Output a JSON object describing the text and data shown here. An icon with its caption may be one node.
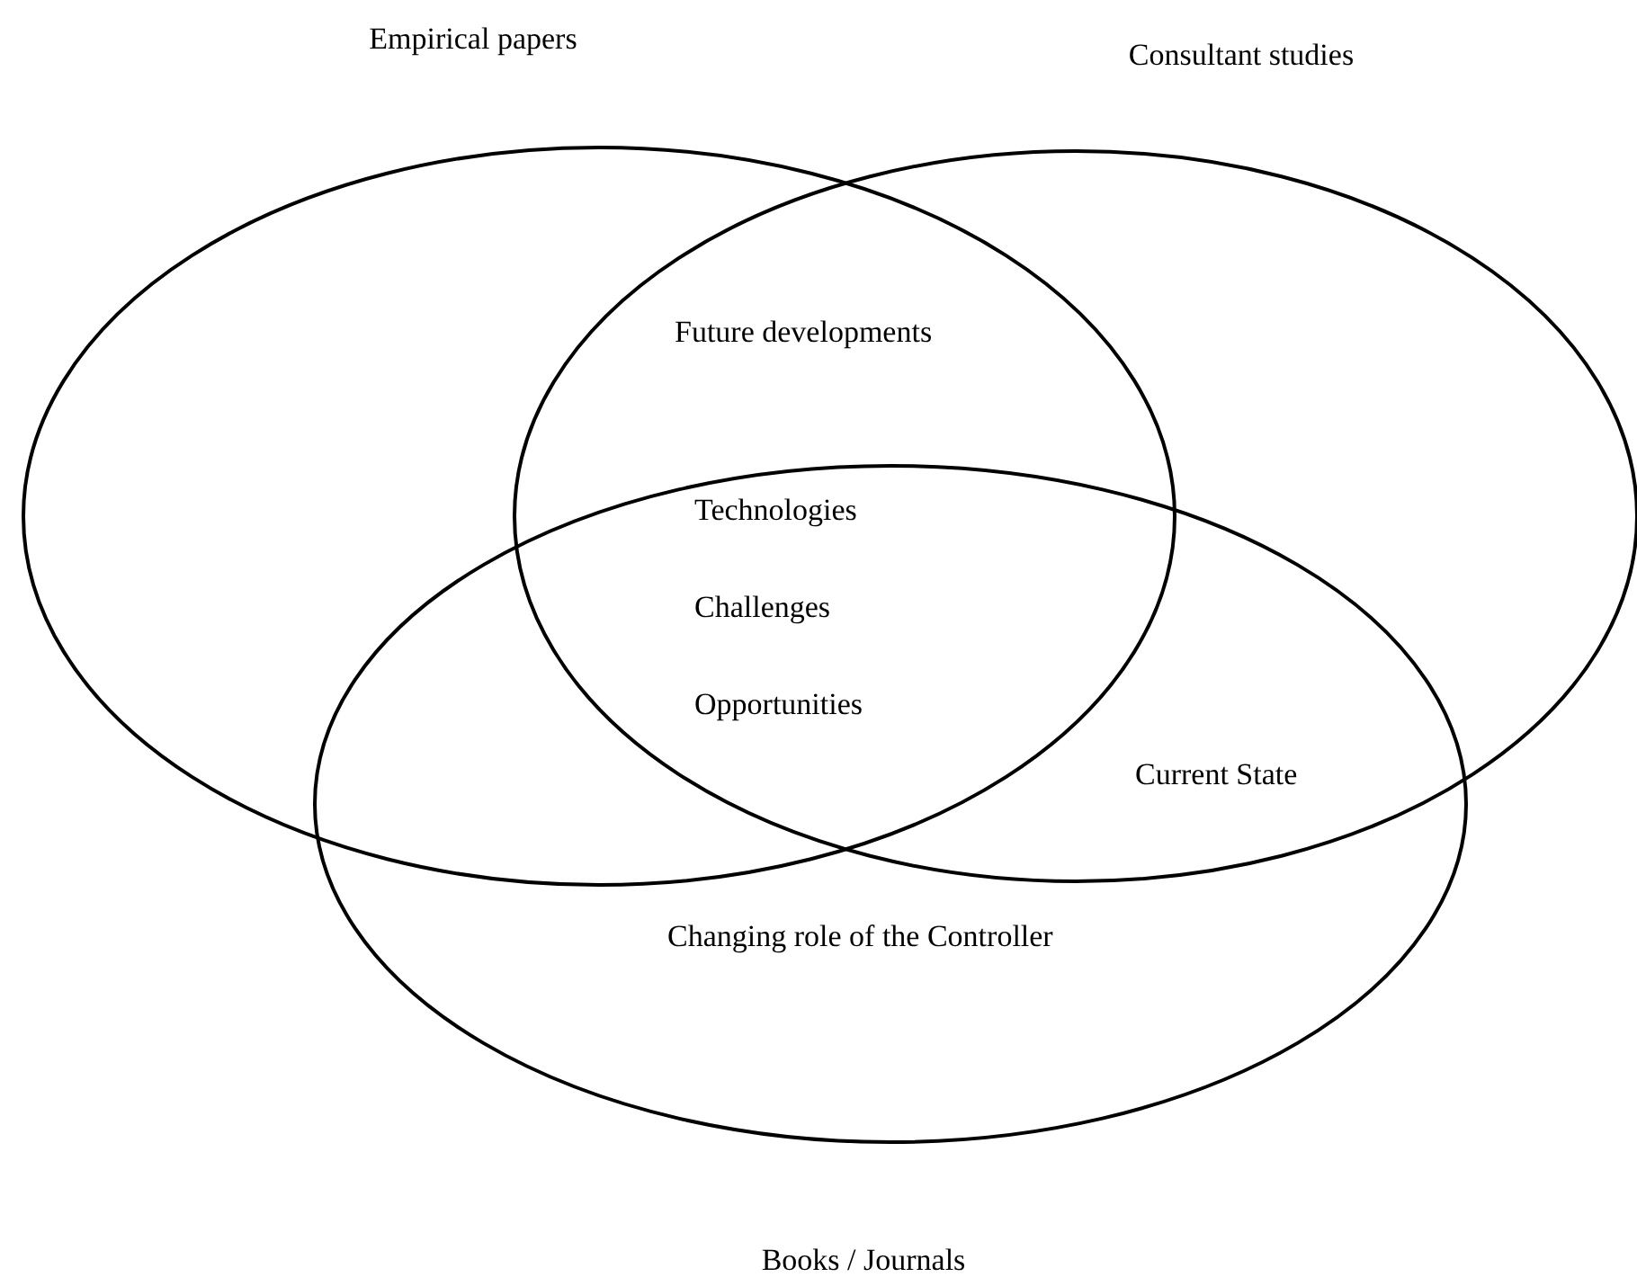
{
  "diagram": {
    "nodes": [
      {
        "text": [
          "Empirical papers"
        ]
      },
      {
        "text": [
          "Consultant studies"
        ]
      },
      {
        "text": [
          "Books / Journals"
        ]
      }
    ],
    "labels": [
      "Future developments",
      "Technologies",
      "Challenges",
      "Opportunities",
      "Current State",
      "Changing role of the Controller"
    ]
  }
}
